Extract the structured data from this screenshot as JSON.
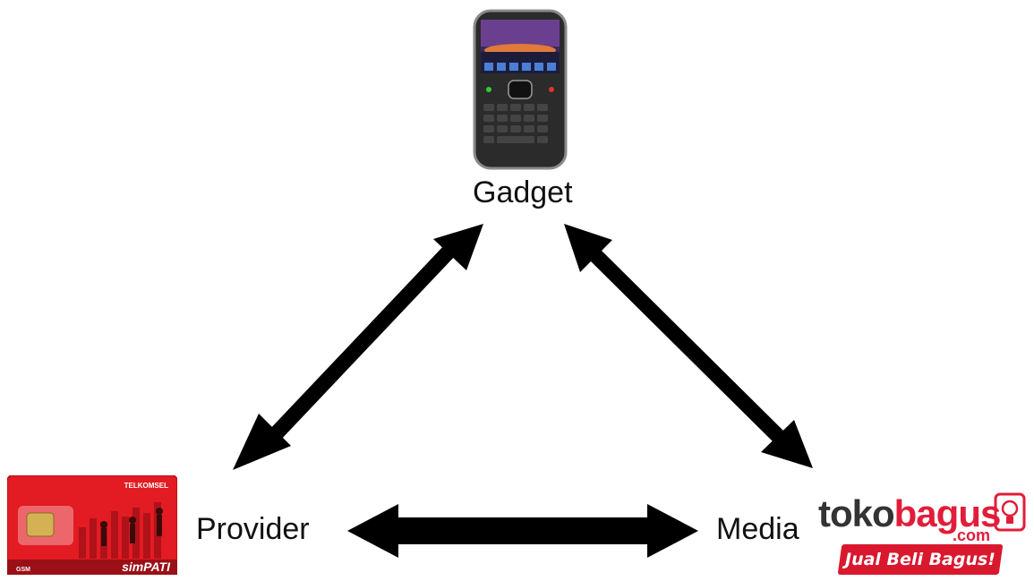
{
  "nodes": {
    "gadget": {
      "label": "Gadget",
      "image": "blackberry-phone"
    },
    "provider": {
      "label": "Provider",
      "image": "telkomsel-simpati-sim-card",
      "logo_text": [
        "TELKOMSEL",
        "simPATI",
        "GSM"
      ]
    },
    "media": {
      "label": "Media",
      "image": "tokobagus-logo",
      "logo_text": {
        "toko": "toko",
        "bagus": "bagus",
        "com": ".com",
        "tagline": "Jual Beli Bagus!"
      }
    }
  },
  "connections": [
    {
      "from": "gadget",
      "to": "provider",
      "style": "double-headed-arrow"
    },
    {
      "from": "gadget",
      "to": "media",
      "style": "double-headed-arrow"
    },
    {
      "from": "provider",
      "to": "media",
      "style": "double-headed-arrow"
    }
  ],
  "colors": {
    "arrow": "#000000",
    "brand_red": "#e11d3a",
    "sim_red": "#e31b23"
  }
}
